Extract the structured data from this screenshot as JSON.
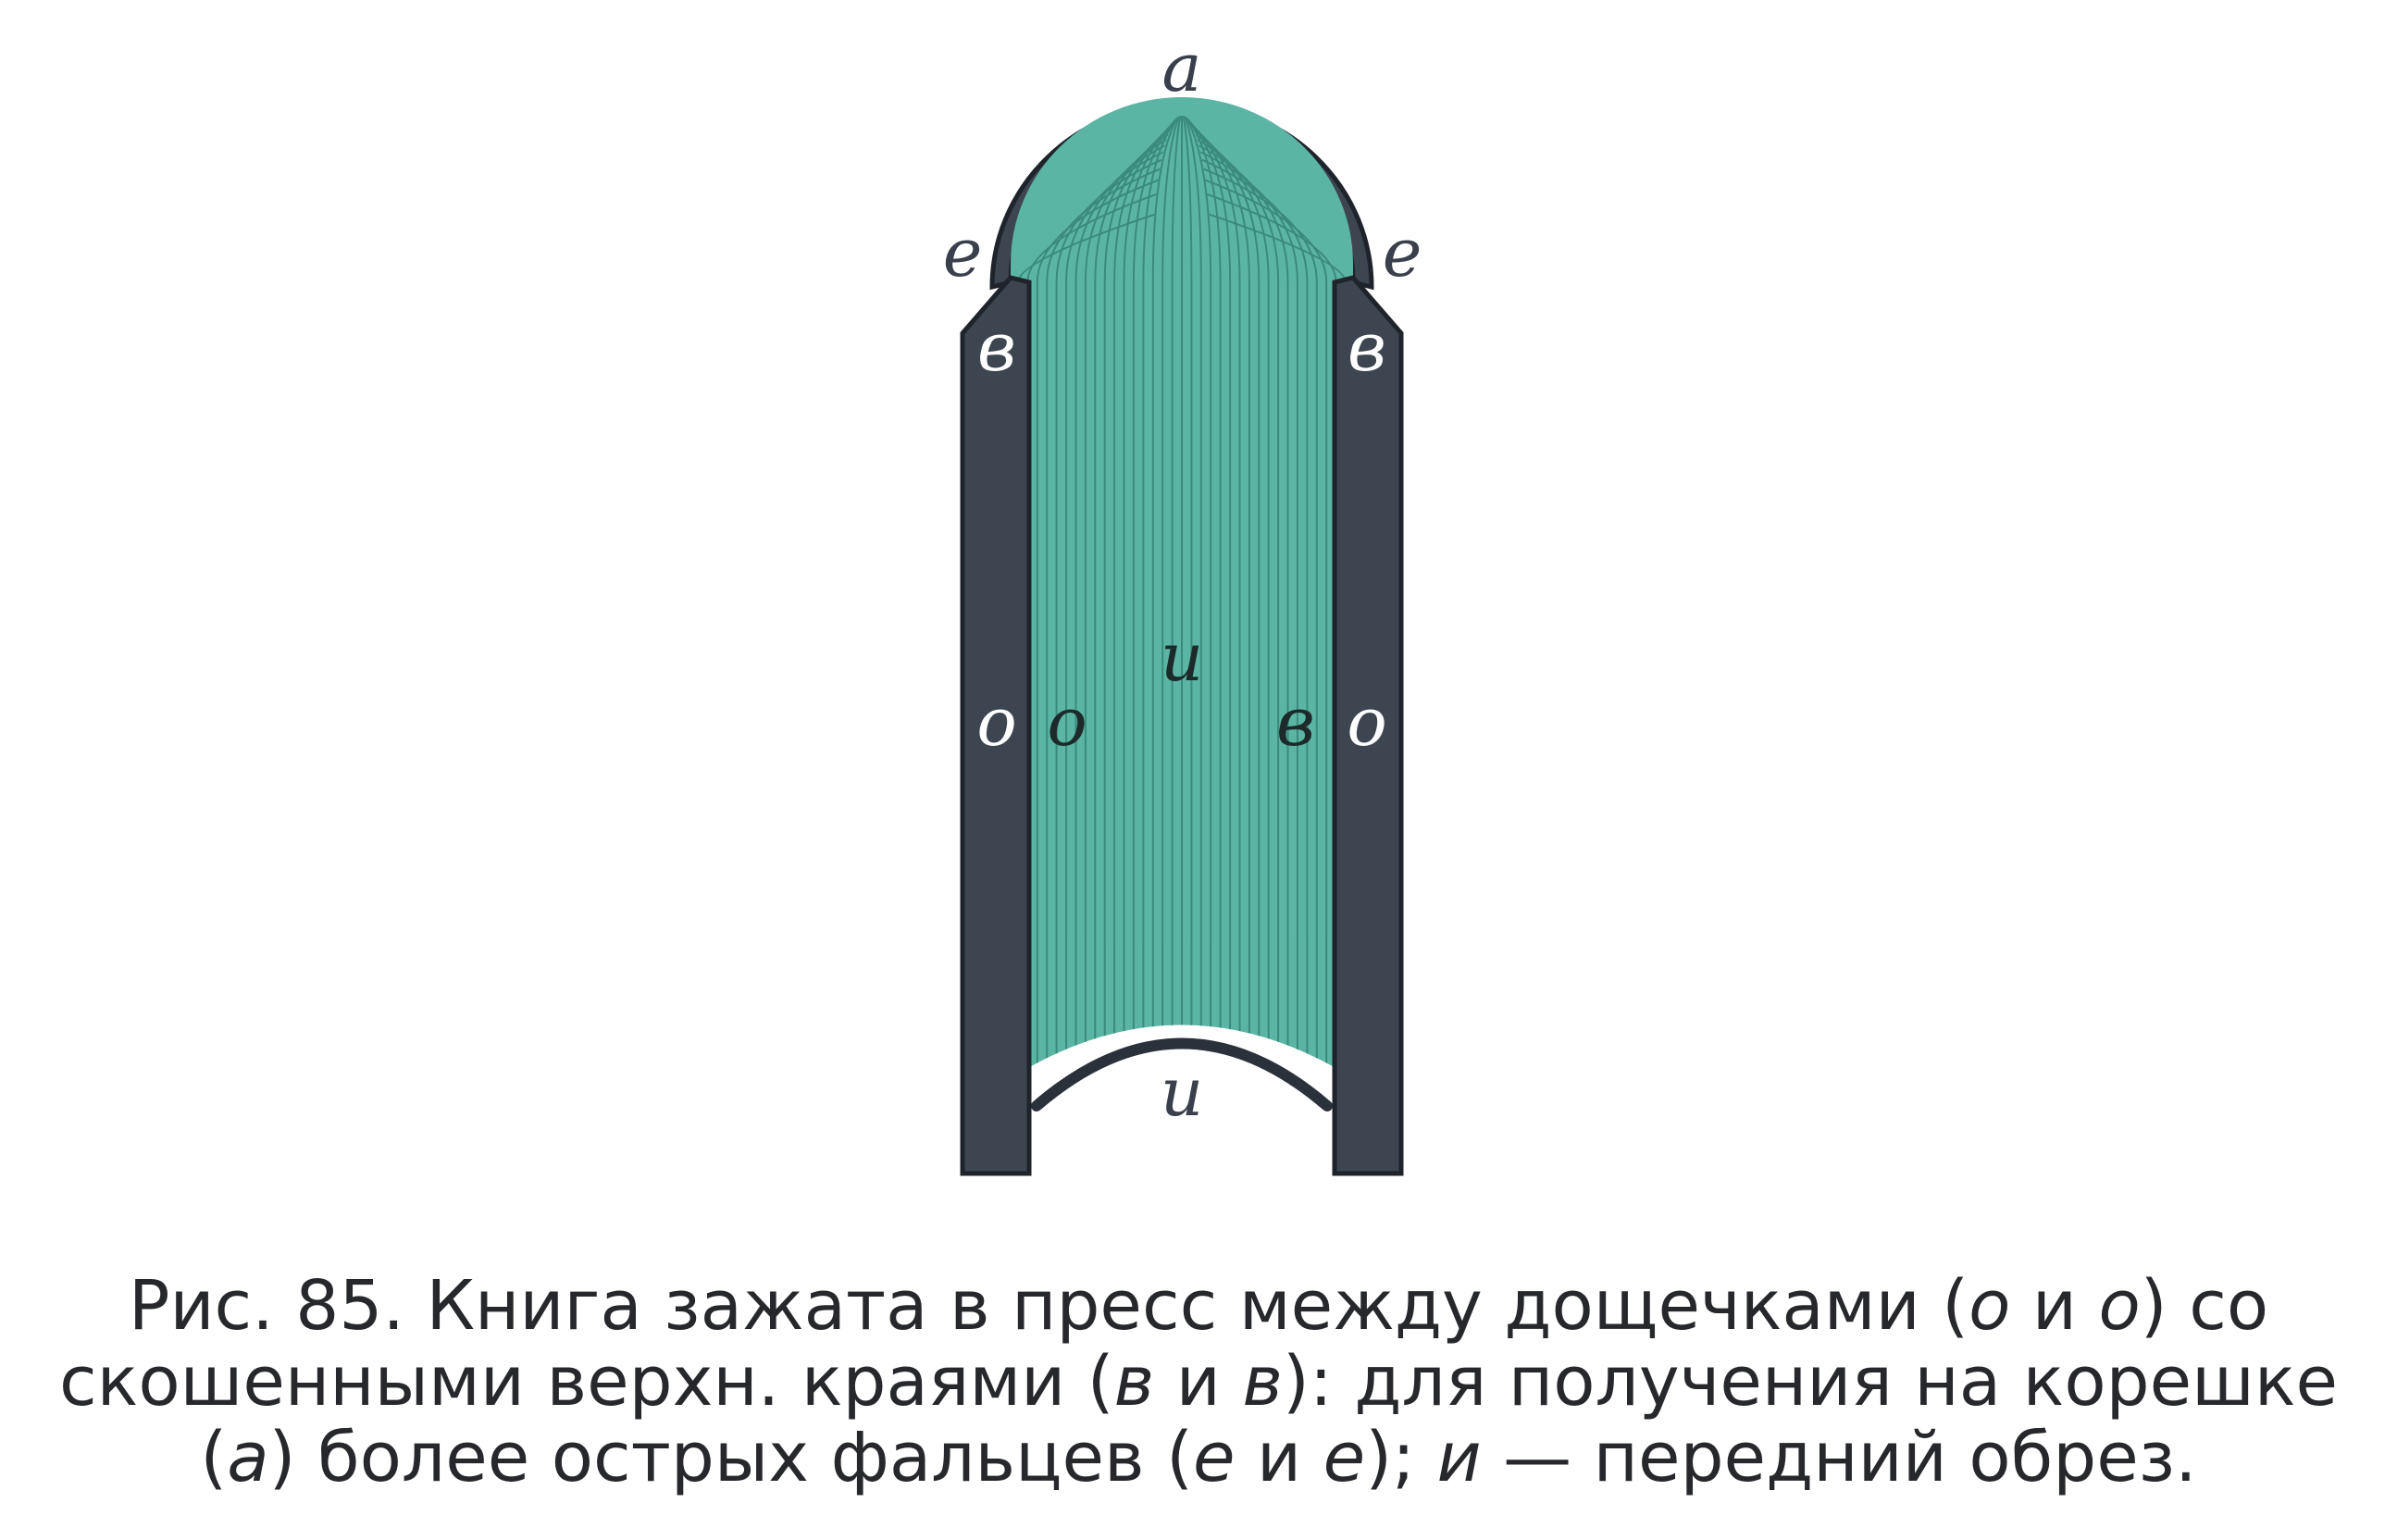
{
  "diagram": {
    "labels": {
      "spine": "a",
      "fold_left": "e",
      "fold_right": "e",
      "bevel_left": "в",
      "bevel_right": "в",
      "board_left_outer": "о",
      "board_left_inner": "о",
      "board_right_inner": "в",
      "board_right_outer": "о",
      "block_center": "и",
      "fore_edge": "и"
    },
    "colors": {
      "board": "#3d4551",
      "board_outline": "#1f232b",
      "text_block": "#5bb5a4",
      "page_lines": "#2f7d70"
    }
  },
  "caption": {
    "line1_a": "Рис. 85. Книга зажата в пресс между дощечками (",
    "line1_b": "о",
    "line1_c": " и ",
    "line1_d": "о",
    "line1_e": ") со",
    "line2_a": "скошенными верхн. краями (",
    "line2_b": "в",
    "line2_c": " и ",
    "line2_d": "в",
    "line2_e": "): для получения на корешке",
    "line3_a": "(",
    "line3_b": "а",
    "line3_c": ") более острых фальцев (",
    "line3_d": "е",
    "line3_e": " и ",
    "line3_f": "е",
    "line3_g": "); ",
    "line3_h": "и",
    "line3_i": " — передний обрез."
  }
}
